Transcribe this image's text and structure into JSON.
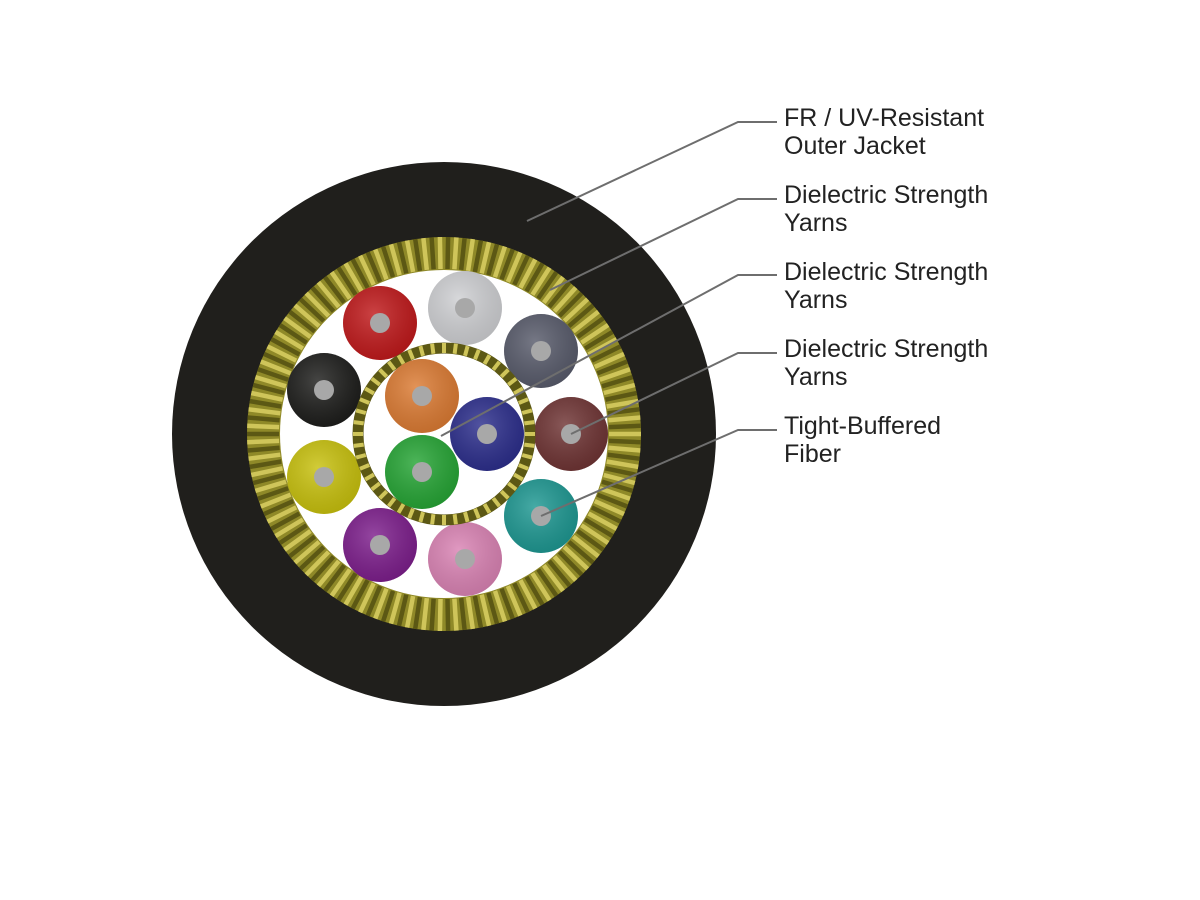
{
  "diagram": {
    "colors": {
      "background": "#ffffff",
      "jacket": "#201f1c",
      "yarn_light": "#cfc55a",
      "yarn_dark": "#5c5814",
      "core_fill": "#ffffff",
      "fiber_core": "#a8a8a8",
      "leader_line": "#6e6e6e",
      "label_text": "#222222"
    },
    "fibers_outer_ring": [
      {
        "color_name": "red",
        "hex": "#c0191b"
      },
      {
        "color_name": "white",
        "hex": "#cfd0d3"
      },
      {
        "color_name": "slate",
        "hex": "#585b6b"
      },
      {
        "color_name": "black",
        "hex": "#1d1d1b"
      },
      {
        "color_name": "rose",
        "hex": "#6f3434"
      },
      {
        "color_name": "yellow",
        "hex": "#c8c10d"
      },
      {
        "color_name": "aqua",
        "hex": "#1e9892"
      },
      {
        "color_name": "violet",
        "hex": "#7d1e8c"
      },
      {
        "color_name": "pink",
        "hex": "#da83b4"
      }
    ],
    "fibers_inner": [
      {
        "color_name": "orange",
        "hex": "#dc7b33"
      },
      {
        "color_name": "blue",
        "hex": "#2c2e8c"
      },
      {
        "color_name": "green",
        "hex": "#26a535"
      }
    ],
    "labels": [
      {
        "line1": "FR / UV-Resistant",
        "line2": "Outer Jacket"
      },
      {
        "line1": "Dielectric Strength",
        "line2": "Yarns"
      },
      {
        "line1": "Dielectric Strength",
        "line2": "Yarns"
      },
      {
        "line1": "Dielectric Strength",
        "line2": "Yarns"
      },
      {
        "line1": "Tight-Buffered",
        "line2": "Fiber"
      }
    ]
  }
}
